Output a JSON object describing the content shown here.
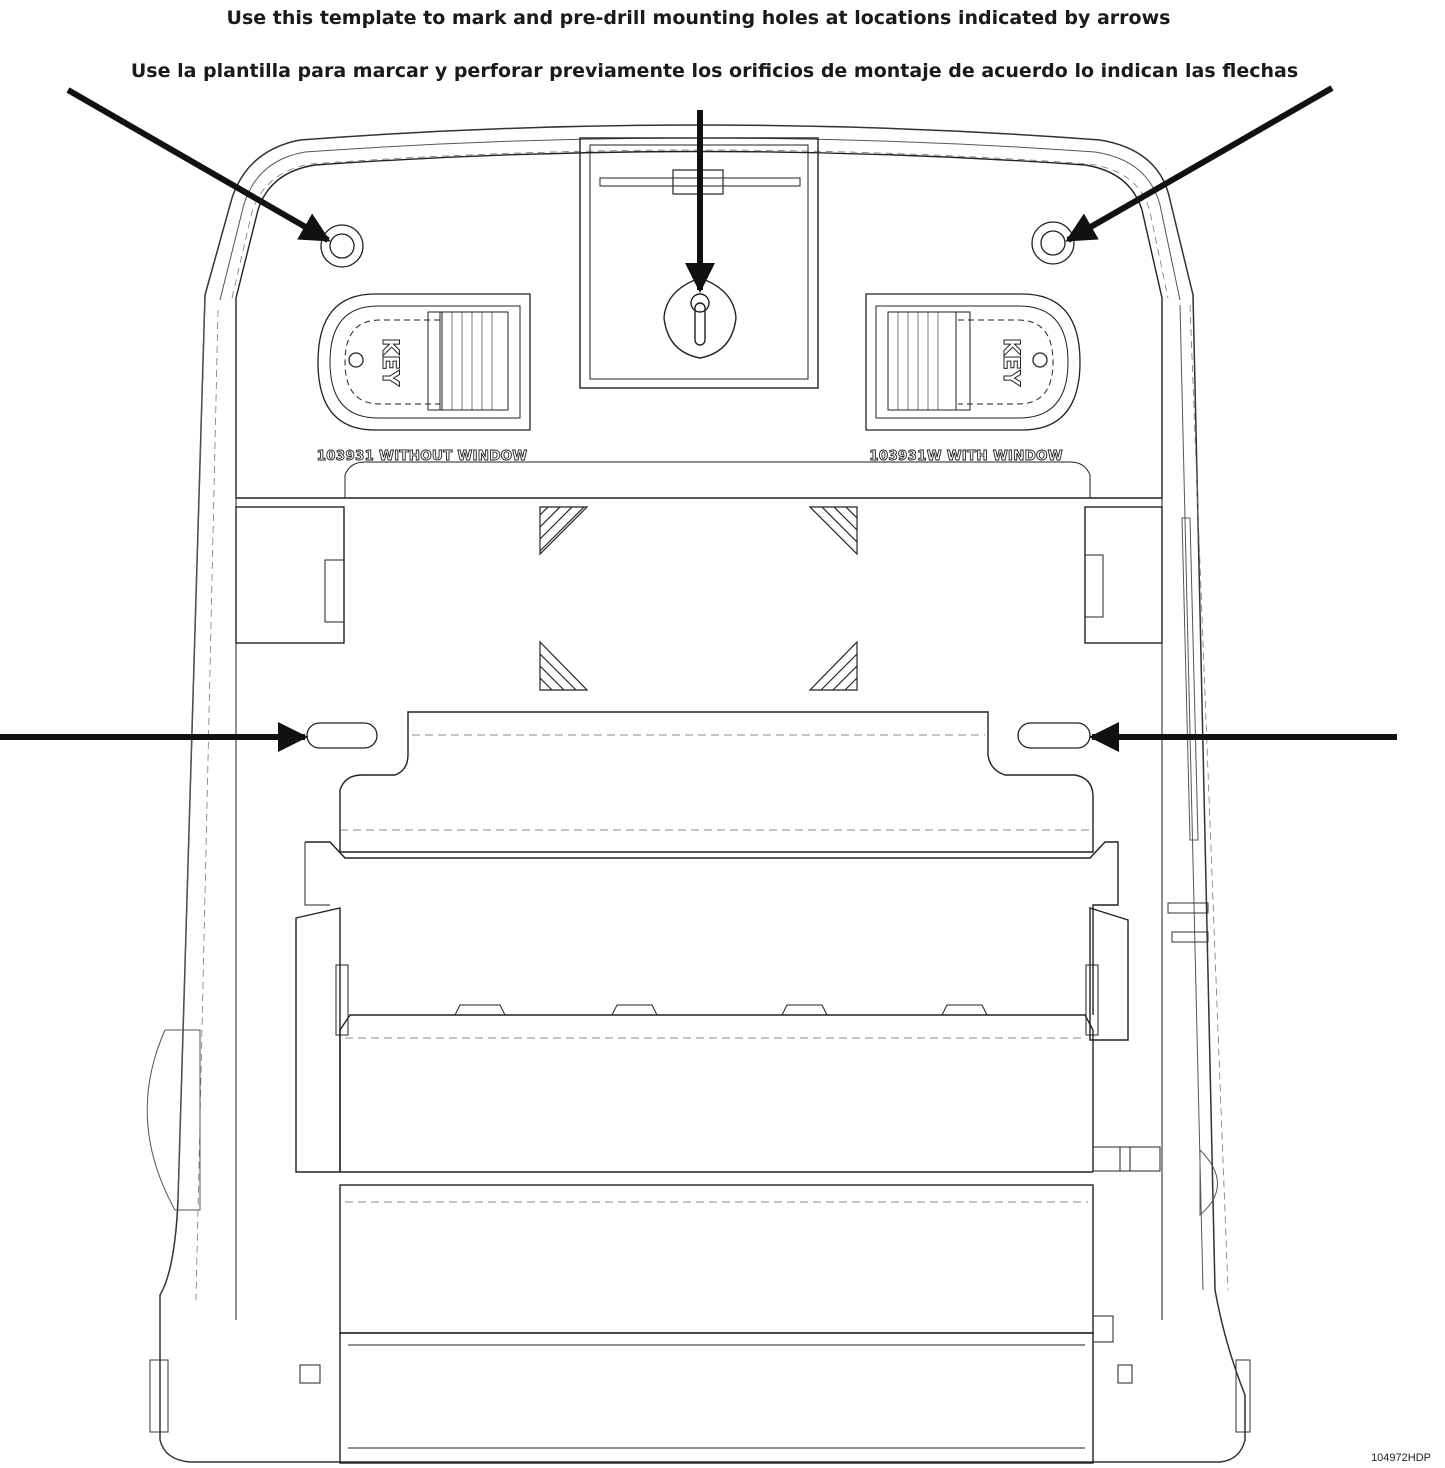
{
  "instructions": {
    "english": "Use this template to mark and pre-drill mounting holes at locations indicated by arrows",
    "spanish": "Use la plantilla para marcar y perforar previamente los orificios de montaje de acuerdo lo indican las flechas"
  },
  "labels": {
    "left_model": "103931 WITHOUT WINDOW",
    "right_model": "103931W WITH WINDOW",
    "key_left": "KEY",
    "key_right": "KEY"
  },
  "drawing_code": "104972HDP"
}
